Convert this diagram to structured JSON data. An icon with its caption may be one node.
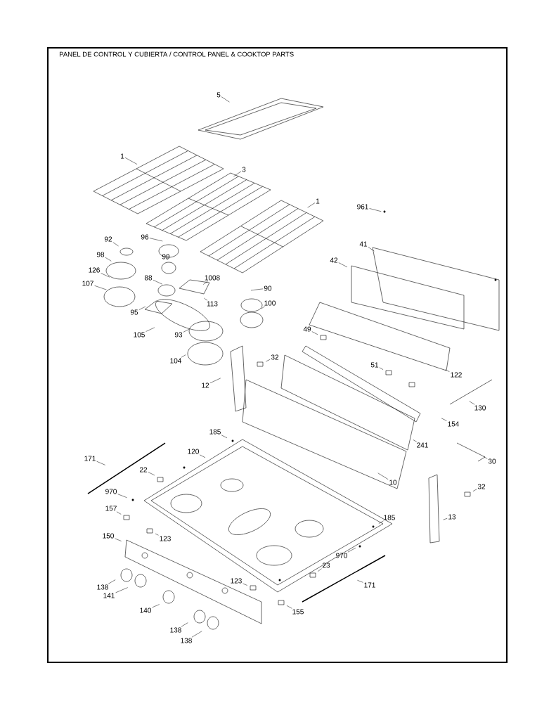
{
  "diagram": {
    "title": "PANEL DE CONTROL Y CUBIERTA / CONTROL PANEL & COOKTOP PARTS",
    "nodes": [
      {
        "text": [
          "5"
        ]
      },
      {
        "text": [
          "1"
        ]
      },
      {
        "text": [
          "3"
        ]
      },
      {
        "text": [
          "1"
        ]
      },
      {
        "text": [
          "961"
        ]
      },
      {
        "text": [
          "92"
        ]
      },
      {
        "text": [
          "96"
        ]
      },
      {
        "text": [
          "41"
        ]
      },
      {
        "text": [
          "98"
        ]
      },
      {
        "text": [
          "99"
        ]
      },
      {
        "text": [
          "42"
        ]
      },
      {
        "text": [
          "126"
        ]
      },
      {
        "text": [
          "88"
        ]
      },
      {
        "text": [
          "1008"
        ]
      },
      {
        "text": [
          "90"
        ]
      },
      {
        "text": [
          "107"
        ]
      },
      {
        "text": [
          "113"
        ]
      },
      {
        "text": [
          "100"
        ]
      },
      {
        "text": [
          "95"
        ]
      },
      {
        "text": [
          "49"
        ]
      },
      {
        "text": [
          "105"
        ]
      },
      {
        "text": [
          "93"
        ]
      },
      {
        "text": [
          "32"
        ]
      },
      {
        "text": [
          "104"
        ]
      },
      {
        "text": [
          "51"
        ]
      },
      {
        "text": [
          "122"
        ]
      },
      {
        "text": [
          "12"
        ]
      },
      {
        "text": [
          "130"
        ]
      },
      {
        "text": [
          "154"
        ]
      },
      {
        "text": [
          "185"
        ]
      },
      {
        "text": [
          "241"
        ]
      },
      {
        "text": [
          "171"
        ]
      },
      {
        "text": [
          "120"
        ]
      },
      {
        "text": [
          "30"
        ]
      },
      {
        "text": [
          "22"
        ]
      },
      {
        "text": [
          "10"
        ]
      },
      {
        "text": [
          "32"
        ]
      },
      {
        "text": [
          "970"
        ]
      },
      {
        "text": [
          "157"
        ]
      },
      {
        "text": [
          "185"
        ]
      },
      {
        "text": [
          "13"
        ]
      },
      {
        "text": [
          "123"
        ]
      },
      {
        "text": [
          "150"
        ]
      },
      {
        "text": [
          "970"
        ]
      },
      {
        "text": [
          "23"
        ]
      },
      {
        "text": [
          "123"
        ]
      },
      {
        "text": [
          "171"
        ]
      },
      {
        "text": [
          "138"
        ]
      },
      {
        "text": [
          "141"
        ]
      },
      {
        "text": [
          "140"
        ]
      },
      {
        "text": [
          "155"
        ]
      },
      {
        "text": [
          "138"
        ]
      },
      {
        "text": [
          "138"
        ]
      }
    ],
    "edges": [
      {
        "from": 0,
        "to": null,
        "arrow": "none"
      },
      {
        "from": 1,
        "to": null,
        "arrow": "none"
      },
      {
        "from": 2,
        "to": null,
        "arrow": "none"
      },
      {
        "from": 3,
        "to": null,
        "arrow": "none"
      },
      {
        "from": 4,
        "to": null,
        "arrow": "none"
      },
      {
        "from": 5,
        "to": null,
        "arrow": "none"
      },
      {
        "from": 6,
        "to": null,
        "arrow": "none"
      },
      {
        "from": 7,
        "to": null,
        "arrow": "none"
      },
      {
        "from": 8,
        "to": null,
        "arrow": "none"
      },
      {
        "from": 9,
        "to": null,
        "arrow": "none"
      },
      {
        "from": 10,
        "to": null,
        "arrow": "none"
      },
      {
        "from": 11,
        "to": null,
        "arrow": "none"
      },
      {
        "from": 12,
        "to": null,
        "arrow": "none"
      },
      {
        "from": 13,
        "to": null,
        "arrow": "none"
      },
      {
        "from": 14,
        "to": null,
        "arrow": "none"
      },
      {
        "from": 15,
        "to": null,
        "arrow": "none"
      },
      {
        "from": 16,
        "to": null,
        "arrow": "none"
      },
      {
        "from": 17,
        "to": null,
        "arrow": "none"
      },
      {
        "from": 18,
        "to": null,
        "arrow": "none"
      },
      {
        "from": 19,
        "to": null,
        "arrow": "none"
      },
      {
        "from": 20,
        "to": null,
        "arrow": "none"
      },
      {
        "from": 21,
        "to": null,
        "arrow": "none"
      },
      {
        "from": 22,
        "to": null,
        "arrow": "none"
      },
      {
        "from": 23,
        "to": null,
        "arrow": "none"
      },
      {
        "from": 24,
        "to": null,
        "arrow": "none"
      },
      {
        "from": 25,
        "to": null,
        "arrow": "none"
      },
      {
        "from": 26,
        "to": null,
        "arrow": "none"
      },
      {
        "from": 27,
        "to": null,
        "arrow": "none"
      },
      {
        "from": 28,
        "to": null,
        "arrow": "none"
      },
      {
        "from": 29,
        "to": null,
        "arrow": "none"
      },
      {
        "from": 30,
        "to": null,
        "arrow": "none"
      },
      {
        "from": 31,
        "to": null,
        "arrow": "none"
      },
      {
        "from": 32,
        "to": null,
        "arrow": "none"
      },
      {
        "from": 33,
        "to": null,
        "arrow": "none"
      },
      {
        "from": 34,
        "to": null,
        "arrow": "none"
      },
      {
        "from": 35,
        "to": null,
        "arrow": "none"
      },
      {
        "from": 36,
        "to": null,
        "arrow": "none"
      },
      {
        "from": 37,
        "to": null,
        "arrow": "none"
      },
      {
        "from": 38,
        "to": null,
        "arrow": "none"
      },
      {
        "from": 39,
        "to": null,
        "arrow": "none"
      },
      {
        "from": 40,
        "to": null,
        "arrow": "none"
      },
      {
        "from": 41,
        "to": null,
        "arrow": "none"
      },
      {
        "from": 42,
        "to": null,
        "arrow": "none"
      },
      {
        "from": 43,
        "to": null,
        "arrow": "none"
      },
      {
        "from": 44,
        "to": null,
        "arrow": "none"
      },
      {
        "from": 45,
        "to": null,
        "arrow": "none"
      },
      {
        "from": 46,
        "to": null,
        "arrow": "none"
      },
      {
        "from": 47,
        "to": null,
        "arrow": "none"
      },
      {
        "from": 48,
        "to": null,
        "arrow": "none"
      },
      {
        "from": 49,
        "to": null,
        "arrow": "none"
      },
      {
        "from": 50,
        "to": null,
        "arrow": "none"
      },
      {
        "from": 51,
        "to": null,
        "arrow": "none"
      },
      {
        "from": 52,
        "to": null,
        "arrow": "none"
      }
    ]
  }
}
